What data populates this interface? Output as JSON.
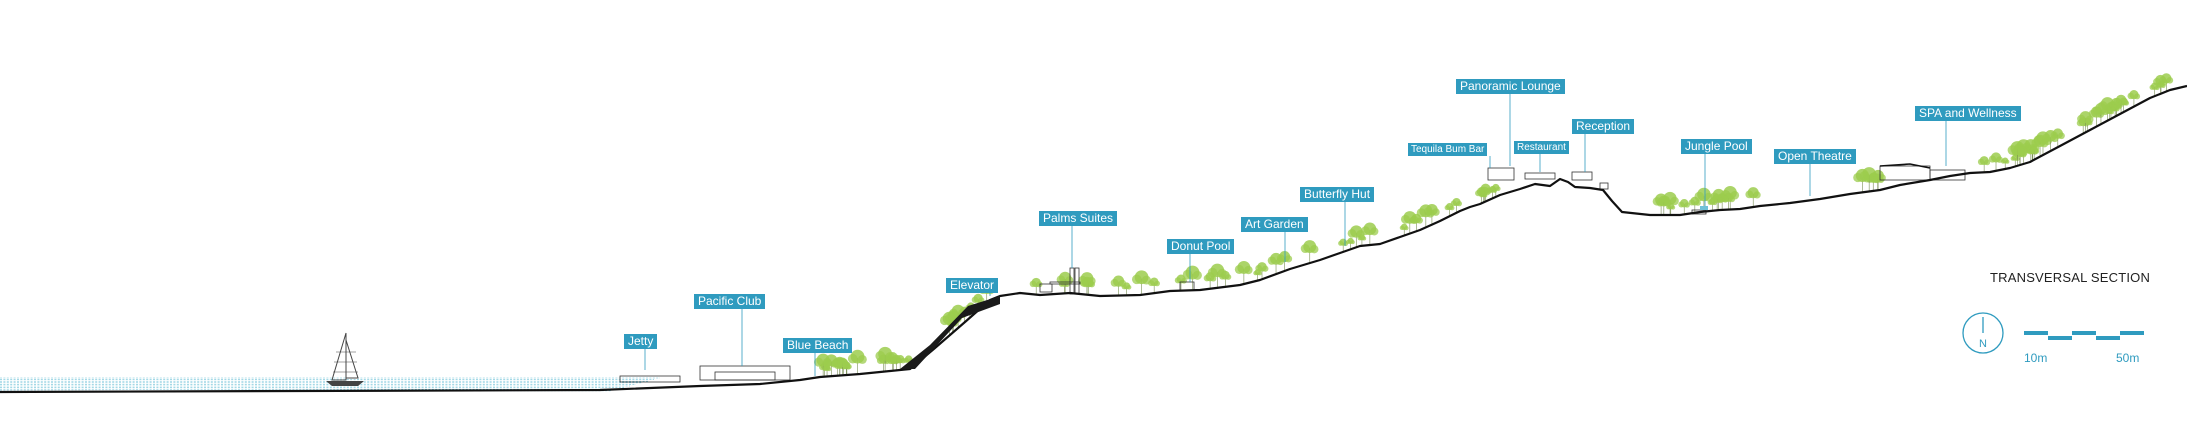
{
  "section_title": "TRANSVERSAL SECTION",
  "compass": {
    "letter": "N",
    "icon": "north-arrow-icon"
  },
  "scale_bar": {
    "left_label": "10m",
    "right_label": "50m"
  },
  "colors": {
    "accent": "#2f9bbf",
    "terrain": "#111111",
    "vegetation": "#9ccc4d",
    "water": "#6fc1d8"
  },
  "labels": [
    {
      "id": "jetty",
      "text": "Jetty"
    },
    {
      "id": "pacific-club",
      "text": "Pacific Club"
    },
    {
      "id": "blue-beach",
      "text": "Blue Beach"
    },
    {
      "id": "elevator",
      "text": "Elevator"
    },
    {
      "id": "palms-suites",
      "text": "Palms Suites"
    },
    {
      "id": "donut-pool",
      "text": "Donut Pool"
    },
    {
      "id": "art-garden",
      "text": "Art Garden"
    },
    {
      "id": "butterfly-hut",
      "text": "Butterfly Hut"
    },
    {
      "id": "tequila-bum-bar",
      "text": "Tequila Bum Bar"
    },
    {
      "id": "panoramic-lounge",
      "text": "Panoramic Lounge"
    },
    {
      "id": "restaurant",
      "text": "Restaurant"
    },
    {
      "id": "reception",
      "text": "Reception"
    },
    {
      "id": "jungle-pool",
      "text": "Jungle Pool"
    },
    {
      "id": "open-theatre",
      "text": "Open Theatre"
    },
    {
      "id": "spa-and-wellness",
      "text": "SPA and Wellness"
    }
  ]
}
